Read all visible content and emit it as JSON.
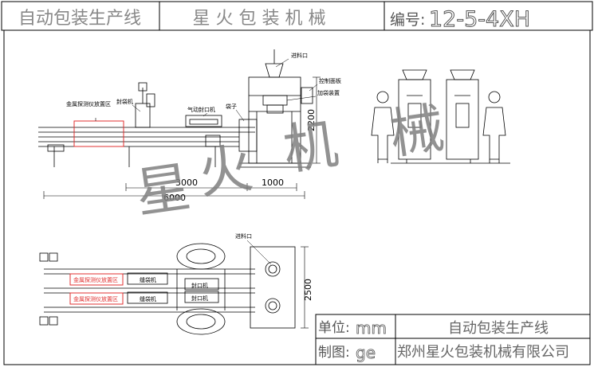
{
  "title_block": {
    "product": "自动包装生产线",
    "maker": "星 火 包 装 机 械",
    "drawing_no_label": "编号:",
    "drawing_no": "12-5-4XH",
    "unit_label": "单位:",
    "unit_value": "mm",
    "drawn_label": "制图:",
    "drawn_value": "ge",
    "product_repeat": "自动包装生产线",
    "company": "郑州星火包装机械有限公司"
  },
  "watermark": [
    "星",
    "火",
    "机",
    "械"
  ],
  "elevation_labels": {
    "metal_detector": "金属探测仪放置区",
    "bag_sewing": "封袋机",
    "pneumatic_sealer": "气动封口机",
    "bag": "袋子",
    "feed_inlet": "进料口",
    "control_panel": "控制面板",
    "bag_clamp": "加袋装置"
  },
  "dimensions": {
    "overall_length": "6000",
    "segment_a": "3000",
    "segment_b": "1000",
    "elevation_height": "2200",
    "plan_width": "2500"
  },
  "plan_labels": {
    "feed_inlet": "进料口",
    "metal_detector_1": "金属探测仪放置区",
    "bag_sewing_1": "缝袋机",
    "sealer_1": "封口机",
    "metal_detector_2": "金属探测仪放置区",
    "bag_sewing_2": "缝袋机",
    "sealer_2": "封口机"
  },
  "colors": {
    "line": "#000000",
    "highlight": "#e03030",
    "watermark": "#808080"
  }
}
